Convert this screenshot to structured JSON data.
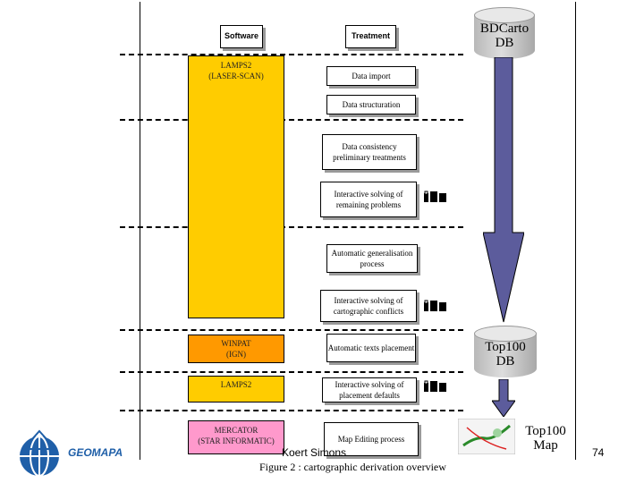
{
  "headers": {
    "software": "Software",
    "treatment": "Treatment"
  },
  "databases": {
    "top_db": [
      "BDCarto",
      "DB"
    ],
    "mid_db": [
      "Top100",
      "DB"
    ],
    "map": [
      "Top100",
      "Map"
    ]
  },
  "software": [
    {
      "lines": [
        "LAMPS2",
        "(LASER-SCAN)"
      ],
      "color": "#ffcc00"
    },
    {
      "lines": [
        "WINPAT",
        "(IGN)"
      ],
      "color": "#ff9900"
    },
    {
      "lines": [
        "LAMPS2"
      ],
      "color": "#ffcc00"
    },
    {
      "lines": [
        "MERCATOR",
        "(STAR INFORMATIC)"
      ],
      "color": "#ff99cc"
    }
  ],
  "treatments": [
    "Data import",
    "Data structuration",
    "Data consistency preliminary treatments",
    "Interactive solving of remaining problems",
    "Automatic generalisation process",
    "Interactive solving of cartographic conflicts",
    "Automatic texts placement",
    "Interactive solving of placement defaults",
    "Map Editing process"
  ],
  "figure_caption": "Figure 2 : cartographic derivation overview",
  "footer": {
    "brand": "GEOMAPA",
    "author": "Koert Simons",
    "page": "74"
  },
  "colors": {
    "arrow": "#5c5c9c",
    "header_yellow": "#ffcc00",
    "logo_blue": "#1f5fa8"
  },
  "icons": [
    "operator-icon",
    "database-icon",
    "map-thumbnail"
  ]
}
